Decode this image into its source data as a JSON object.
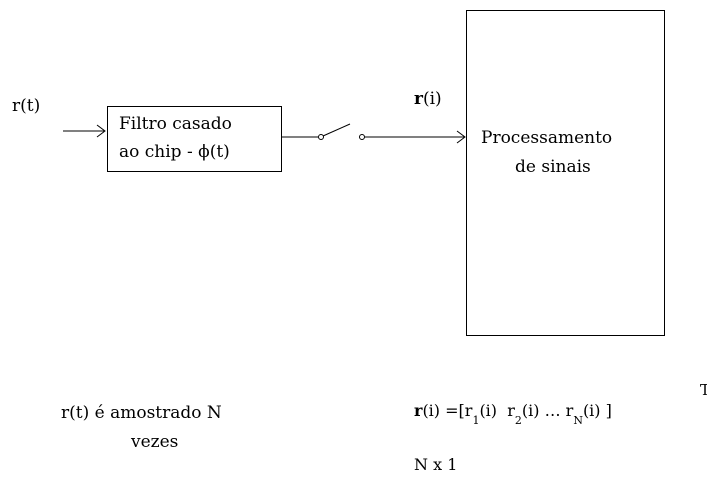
{
  "input_signal": "r(t)",
  "filter_block": {
    "line1": "Filtro casado",
    "line2": "ao chip - ϕ(t)"
  },
  "sampled_label": {
    "vec": "r",
    "rest": "(i)"
  },
  "processing_block": {
    "line1": "Processamento",
    "line2": "de sinais"
  },
  "sampling_note": {
    "line1": "r(t) é amostrado N",
    "line2": "vezes"
  },
  "vector_eq": {
    "lhs_vec": "r",
    "lhs_arg": "(i)",
    "eq_open": " =[",
    "comp1": "r",
    "sub1": "1",
    "arg1": "(i)",
    "comp2": "r",
    "sub2": "2",
    "arg2": "(i)",
    "ellipsis": " … ",
    "comp3": "r",
    "sub3": "N",
    "arg3": "(i)",
    "close": " ]",
    "superscript": "T"
  },
  "dimension": "N x 1"
}
